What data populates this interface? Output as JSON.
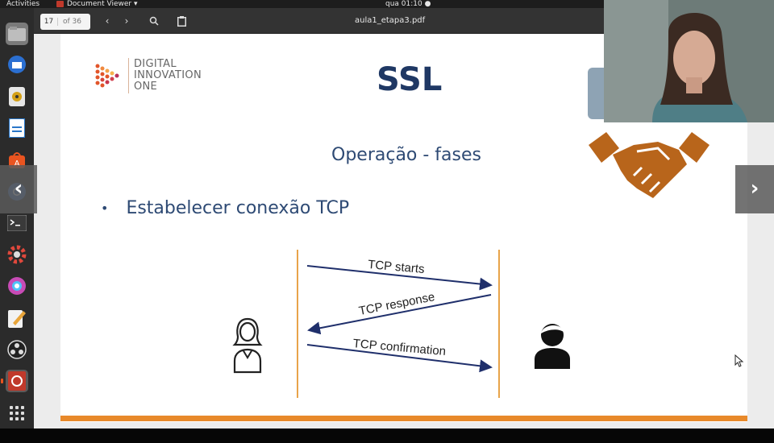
{
  "topbar": {
    "activities": "Activities",
    "app_name": "Document Viewer ▾",
    "clock": "qua 01:10 ●"
  },
  "viewer": {
    "page_current": "17",
    "page_total": "of 36",
    "doc_title": "aula1_etapa3.pdf"
  },
  "slide": {
    "logo_lines": [
      "DIGITAL",
      "INNOVATION",
      "ONE"
    ],
    "title": "SSL",
    "subtitle": "Operação - fases",
    "bullet": "Estabelecer conexão TCP",
    "arrows": [
      "TCP starts",
      "TCP response",
      "TCP confirmation"
    ]
  },
  "colors": {
    "slide_title": "#1f3864",
    "orange_accent": "#e8892a",
    "handshake": "#b8651b",
    "arrow_color": "#1f2f6b"
  },
  "icons": {
    "dock": [
      "files-icon",
      "thunderbird-icon",
      "rhythmbox-icon",
      "writer-icon",
      "software-icon",
      "chrome-icon",
      "terminal-icon",
      "settings-icon",
      "spotify-icon",
      "editor-icon",
      "obs-icon",
      "document-viewer-icon",
      "show-apps-icon"
    ]
  }
}
